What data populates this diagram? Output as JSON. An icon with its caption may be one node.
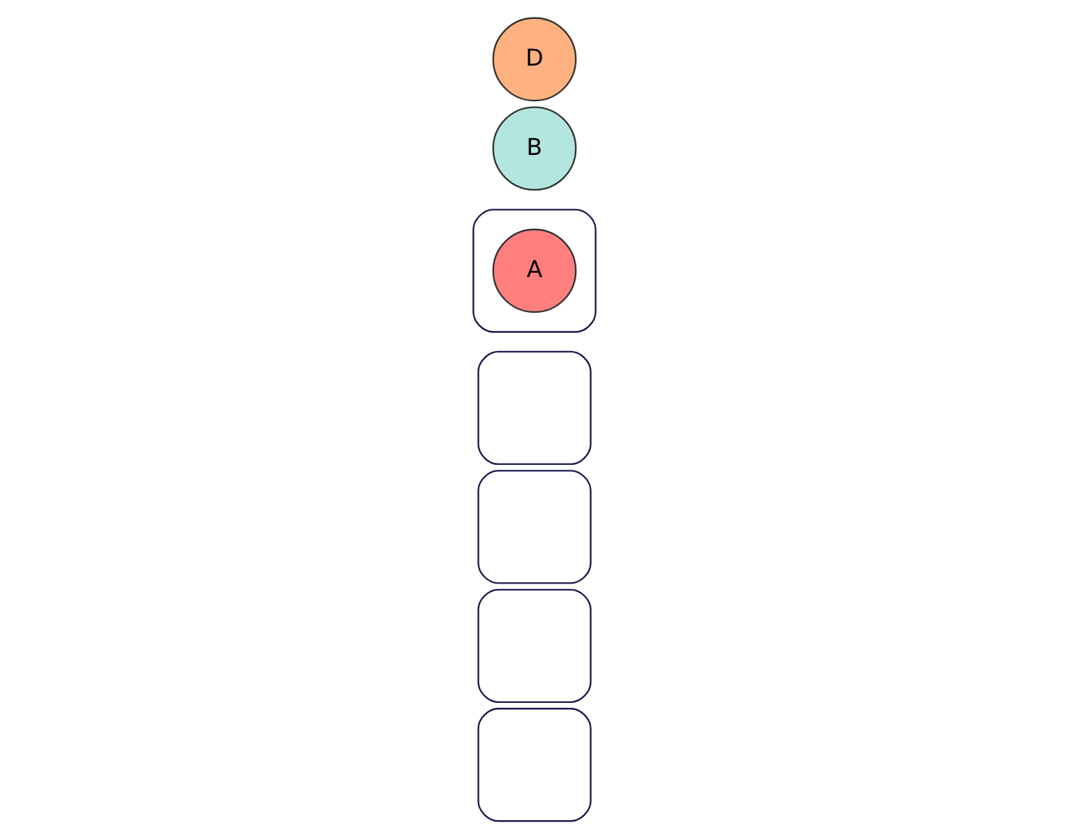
{
  "diagram": {
    "nodes": [
      {
        "text": [],
        "shape": "box"
      },
      {
        "text": [],
        "shape": "box"
      },
      {
        "text": [],
        "shape": "box"
      },
      {
        "text": [],
        "shape": "box"
      },
      {
        "text": [],
        "shape": "box"
      },
      {
        "text": [
          "A"
        ],
        "in": 4
      },
      {
        "text": [
          "B"
        ]
      },
      {
        "text": [
          "D"
        ]
      }
    ]
  }
}
